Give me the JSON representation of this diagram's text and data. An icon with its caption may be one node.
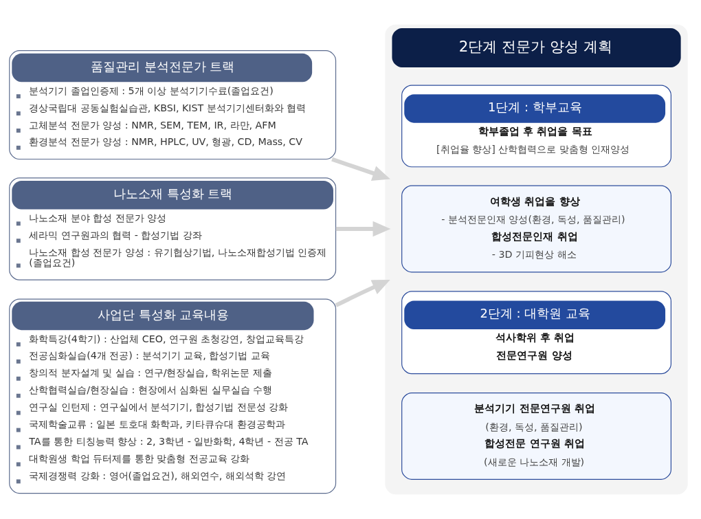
{
  "diagram": {
    "nodes": [
      {
        "text": [
          "품질관리 분석전문가 트랙",
          "분석기기 졸업인증제 : 5개 이상 분석기기수료(졸업요건)",
          "경상국립대 공동실험실습관, KBSI, KIST 분석기기센터화와 협력",
          "고체분석 전문가 양성 : NMR, SEM, TEM, IR, 라만, AFM",
          "환경분석 전문가 양성 : NMR, HPLC, UV, 형광, CD, Mass, CV"
        ]
      },
      {
        "text": [
          "나노소재 특성화 트랙",
          "나노소재 분야 합성 전문가 양성",
          "세라믹 연구원과의 협력 - 합성기법 강좌",
          "나노소재 합성 전문가 양성 : 유기협상기법, 나노소재합성기법 인증제 (졸업요건)"
        ]
      },
      {
        "text": [
          "사업단 특성화 교육내용",
          "화학특강(4학기) : 산업체 CEO, 연구원 초청강연, 창업교육특강",
          "전공심화실습(4개 전공) : 분석기기 교육, 합성기법 교육",
          "창의적 분자설계 및 실습 : 연구/현장실습, 학위논문 제출",
          "산학협력실습/현장실습 : 현장에서 심화된 실무실습 수행",
          "연구실 인턴제 : 연구실에서 분석기기, 합성기법 전문성 강화",
          "국제학술교류 : 일본 토호대 화학과, 키타큐슈대 환경공학과",
          "TA를 통한 티칭능력 향상 : 2, 3학년 - 일반화학, 4학년 - 전공 TA",
          "대학원생 학업 듀터제를 통한 맞춤형 전공교육 강화",
          "국제경쟁력 강화 : 영어(졸업요건), 해외연수, 해외석학 강연"
        ]
      },
      {
        "text": [
          "2단계 전문가 양성 계획"
        ]
      },
      {
        "text": [
          "1단계 : 학부교육",
          "학부졸업 후 취업을 목표",
          "[취업율 향상] 산학협력으로 맞춤형 인재양성"
        ],
        "in": 3
      },
      {
        "text": [
          "여학생 취업을 향상",
          "- 분석전문인재 양성(환경, 독성, 품질관리)",
          "합성전문인재 취업",
          "- 3D 기피현상 해소"
        ],
        "in": 3
      },
      {
        "text": [
          "2단계 : 대학원 교육",
          "석사학위 후 취업",
          "전문연구원 양성"
        ],
        "in": 3
      },
      {
        "text": [
          "분석기기 전문연구원 취업",
          "(환경, 독성, 품질관리)",
          "합성전문 연구원 취업",
          "(새로운 나노소재 개발)"
        ],
        "in": 3
      }
    ],
    "edges": [
      {
        "from": 0,
        "to": 3,
        "arrow": "to"
      },
      {
        "from": 1,
        "to": 3,
        "arrow": "to"
      },
      {
        "from": 2,
        "to": 3,
        "arrow": "to"
      }
    ]
  }
}
